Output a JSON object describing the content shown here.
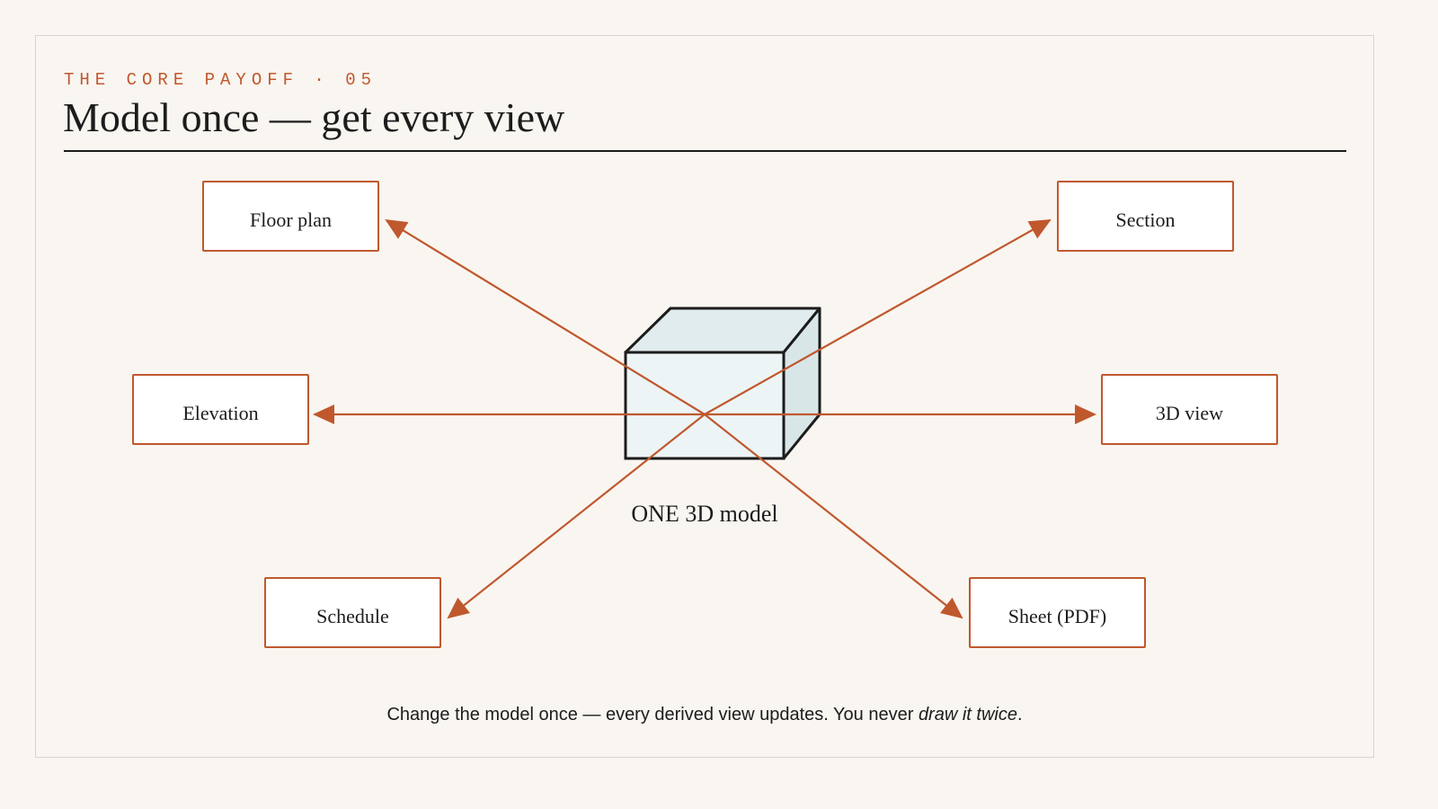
{
  "header": {
    "eyebrow": "THE CORE PAYOFF · 05",
    "title": "Model once — get every view"
  },
  "diagram": {
    "center_label": "ONE 3D model",
    "nodes": [
      {
        "id": "floor-plan",
        "label": "Floor plan"
      },
      {
        "id": "section",
        "label": "Section"
      },
      {
        "id": "elevation",
        "label": "Elevation"
      },
      {
        "id": "3d-view",
        "label": "3D view"
      },
      {
        "id": "schedule",
        "label": "Schedule"
      },
      {
        "id": "sheet-pdf",
        "label": "Sheet (PDF)"
      }
    ]
  },
  "caption": {
    "lead": "Change the model once — every derived view updates. You never ",
    "emphasis": "draw it twice",
    "trail": "."
  },
  "colors": {
    "accent": "#c0582e",
    "ink": "#1c1c1c",
    "background": "#f9f5f0",
    "box_front": "#edf4f6",
    "box_top": "#e0ecee",
    "box_side": "#d9e6e8"
  }
}
